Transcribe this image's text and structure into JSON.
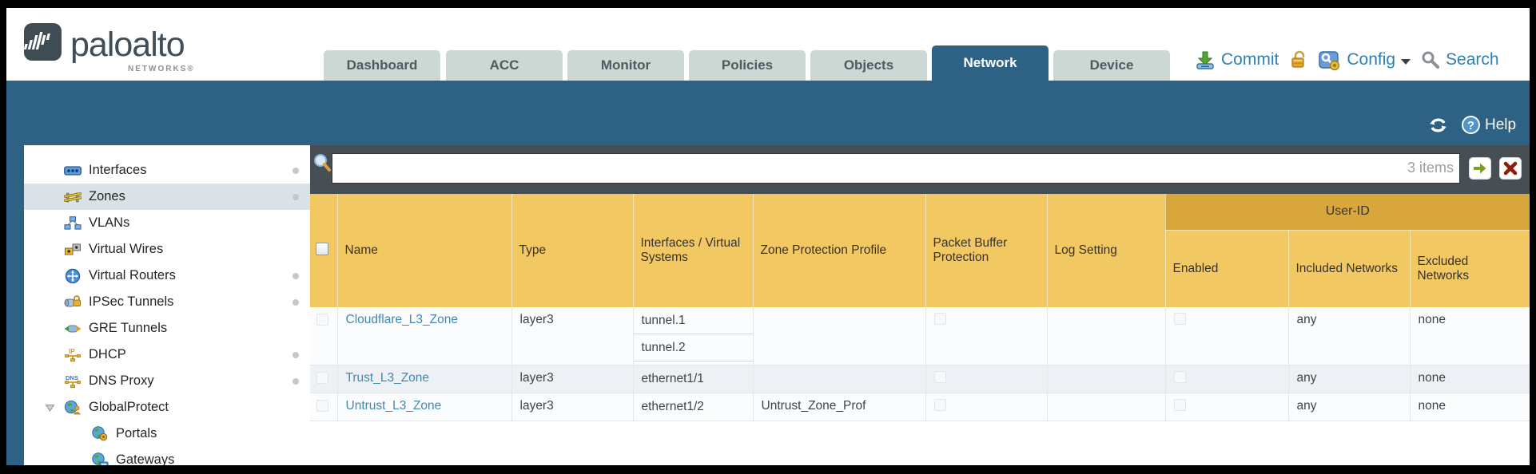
{
  "brand": {
    "logo": "paloalto",
    "tagline": "NETWORKS®"
  },
  "nav": {
    "tabs": [
      {
        "label": "Dashboard",
        "active": false
      },
      {
        "label": "ACC",
        "active": false
      },
      {
        "label": "Monitor",
        "active": false
      },
      {
        "label": "Policies",
        "active": false
      },
      {
        "label": "Objects",
        "active": false
      },
      {
        "label": "Network",
        "active": true
      },
      {
        "label": "Device",
        "active": false
      }
    ],
    "actions": {
      "commit": "Commit",
      "config": "Config",
      "search": "Search"
    }
  },
  "toolbar": {
    "help_label": "Help"
  },
  "filter_bar": {
    "value": "",
    "placeholder": "",
    "items_count": "3 items"
  },
  "sidebar": {
    "items": [
      {
        "label": "Interfaces",
        "dot": true
      },
      {
        "label": "Zones",
        "dot": true,
        "selected": true
      },
      {
        "label": "VLANs",
        "dot": false
      },
      {
        "label": "Virtual Wires",
        "dot": false
      },
      {
        "label": "Virtual Routers",
        "dot": true
      },
      {
        "label": "IPSec Tunnels",
        "dot": true
      },
      {
        "label": "GRE Tunnels",
        "dot": false
      },
      {
        "label": "DHCP",
        "dot": true
      },
      {
        "label": "DNS Proxy",
        "dot": true
      },
      {
        "label": "GlobalProtect",
        "dot": false,
        "expanded": true
      },
      {
        "label": "Portals",
        "indent": true
      },
      {
        "label": "Gateways",
        "indent": true
      }
    ]
  },
  "table": {
    "user_id_group_label": "User-ID",
    "columns": [
      "Name",
      "Type",
      "Interfaces / Virtual Systems",
      "Zone Protection Profile",
      "Packet Buffer Protection",
      "Log Setting",
      "Enabled",
      "Included Networks",
      "Excluded Networks"
    ],
    "rows": [
      {
        "name": "Cloudflare_L3_Zone",
        "type": "layer3",
        "interfaces": [
          "tunnel.1",
          "tunnel.2"
        ],
        "zone_protection_profile": "",
        "packet_buffer_protection": false,
        "log_setting": "",
        "user_id_enabled": false,
        "included_networks": "any",
        "excluded_networks": "none"
      },
      {
        "name": "Trust_L3_Zone",
        "type": "layer3",
        "interfaces": [
          "ethernet1/1"
        ],
        "zone_protection_profile": "",
        "packet_buffer_protection": false,
        "log_setting": "",
        "user_id_enabled": false,
        "included_networks": "any",
        "excluded_networks": "none"
      },
      {
        "name": "Untrust_L3_Zone",
        "type": "layer3",
        "interfaces": [
          "ethernet1/2"
        ],
        "zone_protection_profile": "Untrust_Zone_Prof",
        "packet_buffer_protection": false,
        "log_setting": "",
        "user_id_enabled": false,
        "included_networks": "any",
        "excluded_networks": "none"
      }
    ]
  },
  "colors": {
    "accent_teal": "#2d6284",
    "header_gold": "#f2c863",
    "user_id_band": "#d8a73c",
    "link_blue": "#4189ae"
  }
}
